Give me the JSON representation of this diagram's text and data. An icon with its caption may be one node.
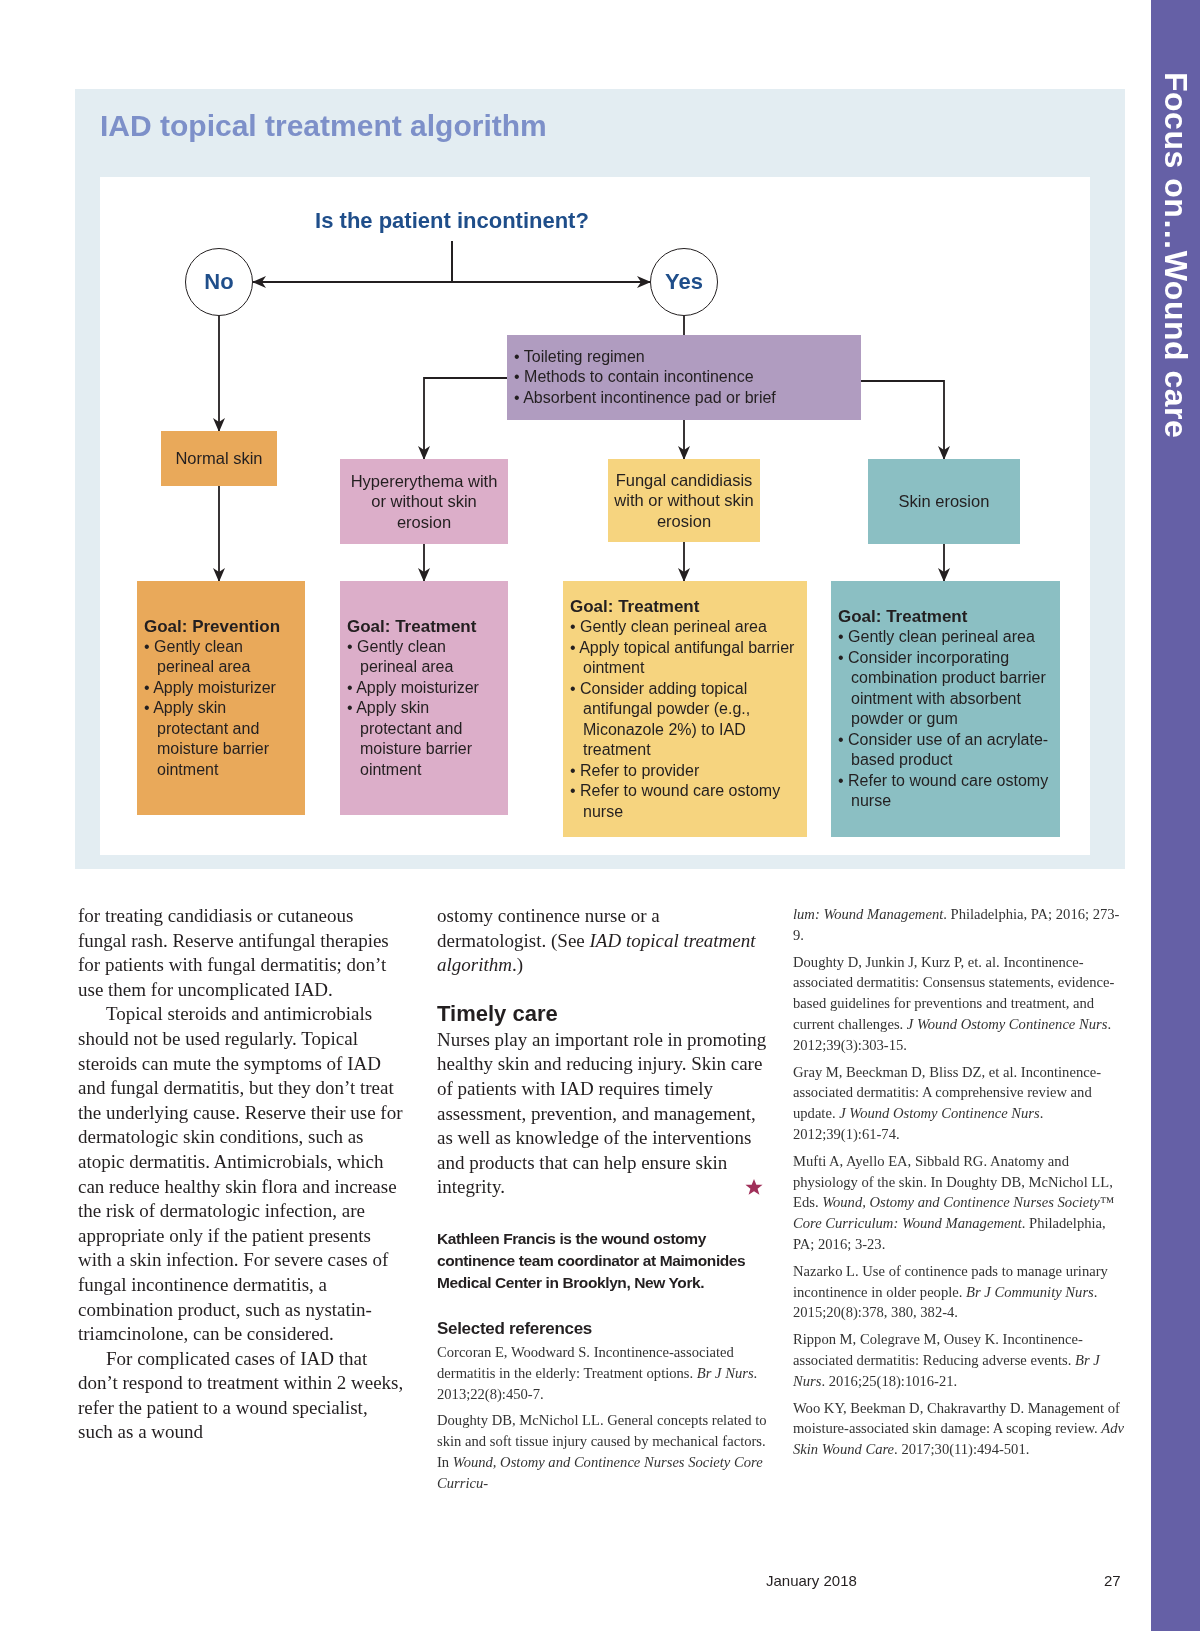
{
  "diagram": {
    "title": "IAD topical treatment algorithm",
    "nodes": [
      {
        "text": [
          "Is the patient incontinent?"
        ]
      },
      {
        "text": [
          "No"
        ]
      },
      {
        "text": [
          "Yes"
        ]
      },
      {
        "text": [
          "• Toileting regimen",
          "• Methods to contain incontinence",
          "• Absorbent incontinence pad or brief"
        ]
      },
      {
        "text": [
          "Normal skin"
        ]
      },
      {
        "text": [
          "Hypererythema with or without skin erosion"
        ]
      },
      {
        "text": [
          "Fungal candidiasis with or without skin erosion"
        ]
      },
      {
        "text": [
          "Skin erosion"
        ]
      },
      {
        "text": [
          "Goal: Prevention",
          "• Gently clean perineal area",
          "• Apply moisturizer",
          "• Apply skin protectant and moisture barrier ointment"
        ]
      },
      {
        "text": [
          "Goal: Treatment",
          "• Gently clean perineal area",
          "• Apply moisturizer",
          "• Apply skin protectant and moisture barrier ointment"
        ]
      },
      {
        "text": [
          "Goal: Treatment",
          "• Gently clean perineal area",
          "• Apply topical antifungal barrier ointment",
          "• Consider adding topical antifungal powder (e.g., Miconazole 2%) to IAD treatment",
          "• Refer to provider",
          "• Refer to wound care ostomy nurse"
        ]
      },
      {
        "text": [
          "Goal: Treatment",
          "• Gently clean perineal area",
          "• Consider incorporating combination product barrier ointment with absorbent powder or gum",
          "• Consider use of an acrylate-based product",
          "• Refer to wound care ostomy nurse"
        ]
      }
    ],
    "edges": [
      {
        "from": 0,
        "to": 1,
        "arrow": "to"
      },
      {
        "from": 0,
        "to": 2,
        "arrow": "to"
      },
      {
        "from": 1,
        "to": 4,
        "arrow": "to"
      },
      {
        "from": 2,
        "to": 3,
        "arrow": "none"
      },
      {
        "from": 3,
        "to": 5,
        "arrow": "to"
      },
      {
        "from": 3,
        "to": 6,
        "arrow": "to"
      },
      {
        "from": 3,
        "to": 7,
        "arrow": "to"
      },
      {
        "from": 4,
        "to": 8,
        "arrow": "to"
      },
      {
        "from": 5,
        "to": 9,
        "arrow": "to"
      },
      {
        "from": 6,
        "to": 10,
        "arrow": "to"
      },
      {
        "from": 7,
        "to": 11,
        "arrow": "to"
      }
    ],
    "labels": [
      "Focus on…Wound care",
      "for treating candidiasis or cutaneous fungal rash. Reserve antifungal therapies for patients with fungal dermatitis; don’t use them for uncomplicated IAD.",
      "Topical steroids and antimicrobials should not be used regularly. Topical steroids can mute the symptoms of IAD and fungal dermatitis, but they don’t treat the underlying cause. Reserve their use for dermatologic skin conditions, such as atopic dermatitis. Antimicrobials, which can reduce healthy skin flora and increase the risk of dermatologic infection, are appropriate only if the patient presents with a skin infection. For severe cases of fungal incontinence dermatitis, a combination product, such as nystatin-triamcinolone, can be considered.",
      "For complicated cases of IAD that don’t respond to treatment within 2 weeks, refer the patient to a wound specialist, such as a wound",
      "ostomy continence nurse or a dermatologist. (See *IAD topical treatment algorithm*.)",
      "Timely care",
      "Nurses play an important role in promoting healthy skin and reducing injury. Skin care of patients with IAD requires timely assessment, prevention, and management, as well as knowledge of the interventions and products that can help ensure skin integrity.",
      "Kathleen Francis is the wound ostomy continence team coordinator at Maimonides Medical Center in Brooklyn, New York.",
      "Selected references",
      "Corcoran E, Woodward S. Incontinence-associated dermatitis in the elderly: Treatment options. *Br J Nurs*. 2013;22(8):450-7.",
      "Doughty DB, McNichol LL. General concepts related to skin and soft tissue injury caused by mechanical factors. In *Wound, Ostomy and Continence Nurses Society Core Curricu-*",
      "*lum: Wound Management*. Philadelphia, PA; 2016; 273-9.",
      "Doughty D, Junkin J, Kurz P, et. al. Incontinence-associated dermatitis: Consensus statements, evidence-based guidelines for preventions and treatment, and current challenges. *J Wound Ostomy Continence Nurs*. 2012;39(3):303-15.",
      "Gray M, Beeckman D, Bliss DZ, et al. Incontinence-associated dermatitis: A comprehensive review and update. *J Wound Ostomy Continence Nurs*. 2012;39(1):61-74.",
      "Mufti A, Ayello EA, Sibbald RG. Anatomy and physiology of the skin. In Doughty DB, McNichol LL, Eds. *Wound, Ostomy and Continence Nurses Society™ Core Curriculum: Wound Management*. Philadelphia, PA; 2016; 3-23.",
      "Nazarko L. Use of continence pads to manage urinary incontinence in older people. *Br J Community Nurs*. 2015;20(8):378, 380, 382-4.",
      "Rippon M, Colegrave M, Ousey K. Incontinence-associated dermatitis: Reducing adverse events. *Br J Nurs*. 2016;25(18):1016-21.",
      "Woo KY, Beekman D, Chakravarthy D. Management of moisture-associated skin damage: A scoping review. *Adv Skin Wound Care*. 2017;30(11):494-501.",
      "January 2018",
      "27"
    ]
  }
}
